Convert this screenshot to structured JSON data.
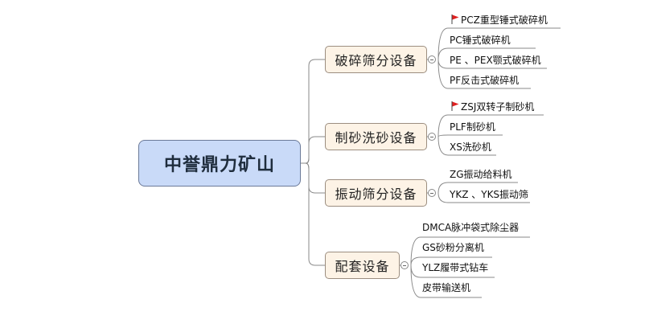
{
  "root": {
    "label": "中誉鼎力矿山"
  },
  "branches": [
    {
      "label": "破碎筛分设备",
      "items": [
        {
          "label": "PCZ重型锤式破碎机",
          "flag": true
        },
        {
          "label": "PC锤式破碎机"
        },
        {
          "label": "PE 、PEX颚式破碎机"
        },
        {
          "label": "PF反击式破碎机"
        }
      ]
    },
    {
      "label": "制砂洗砂设备",
      "items": [
        {
          "label": "ZSJ双转子制砂机",
          "flag": true
        },
        {
          "label": "PLF制砂机"
        },
        {
          "label": "XS洗砂机"
        }
      ]
    },
    {
      "label": "振动筛分设备",
      "items": [
        {
          "label": "ZG振动给料机"
        },
        {
          "label": "YKZ 、YKS振动筛"
        }
      ]
    },
    {
      "label": "配套设备",
      "items": [
        {
          "label": "DMCA脉冲袋式除尘器"
        },
        {
          "label": "GS砂粉分离机"
        },
        {
          "label": "YLZ履带式钻车"
        },
        {
          "label": "皮带输送机"
        }
      ]
    }
  ],
  "colors": {
    "root_fill": "#c9daf8",
    "branch_fill": "#fdf3e6",
    "connector": "#8a8a8a",
    "flag": "#e02020"
  }
}
